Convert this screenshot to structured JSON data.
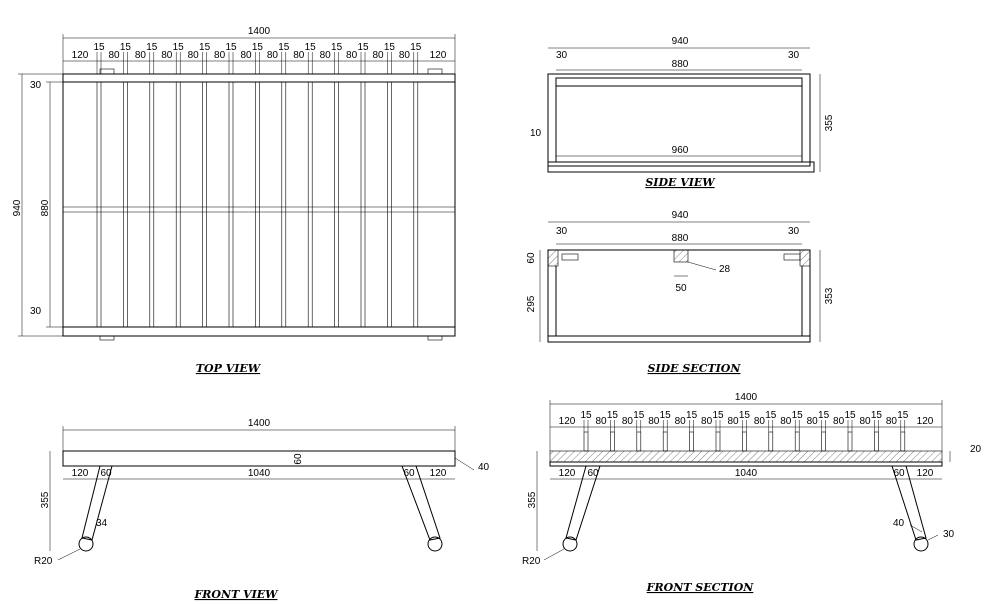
{
  "titles": {
    "top": "TOP VIEW",
    "side": "SIDE VIEW",
    "side_section": "SIDE SECTION",
    "front": "FRONT VIEW",
    "front_section": "FRONT SECTION"
  },
  "top": {
    "overall": "1400",
    "slat": "15",
    "gap": "80",
    "edge": "120",
    "depth": "940",
    "inner": "880",
    "rail": "30"
  },
  "side": {
    "overall": "940",
    "inner": "880",
    "left": "30",
    "right": "30",
    "height": "355",
    "ledge": "10",
    "bottom": "960"
  },
  "side_section": {
    "overall": "940",
    "inner": "880",
    "left": "30",
    "right": "30",
    "top": "60",
    "lower": "295",
    "total": "353",
    "beam": "28",
    "beam_w": "50"
  },
  "front": {
    "overall": "1400",
    "thickness": "60",
    "edge_l": "120",
    "leg_l": "60",
    "span": "1040",
    "leg_r": "60",
    "edge_r": "120",
    "end": "40",
    "height": "355",
    "leg_w": "34",
    "foot": "R20"
  },
  "front_section": {
    "overall": "1400",
    "slat": "15",
    "gap": "80",
    "edge": "120",
    "edge_l": "120",
    "leg_l": "60",
    "span": "1040",
    "leg_r": "60",
    "edge_r": "120",
    "top": "20",
    "height": "355",
    "leg_w": "40",
    "foot_w": "30",
    "foot": "R20"
  }
}
